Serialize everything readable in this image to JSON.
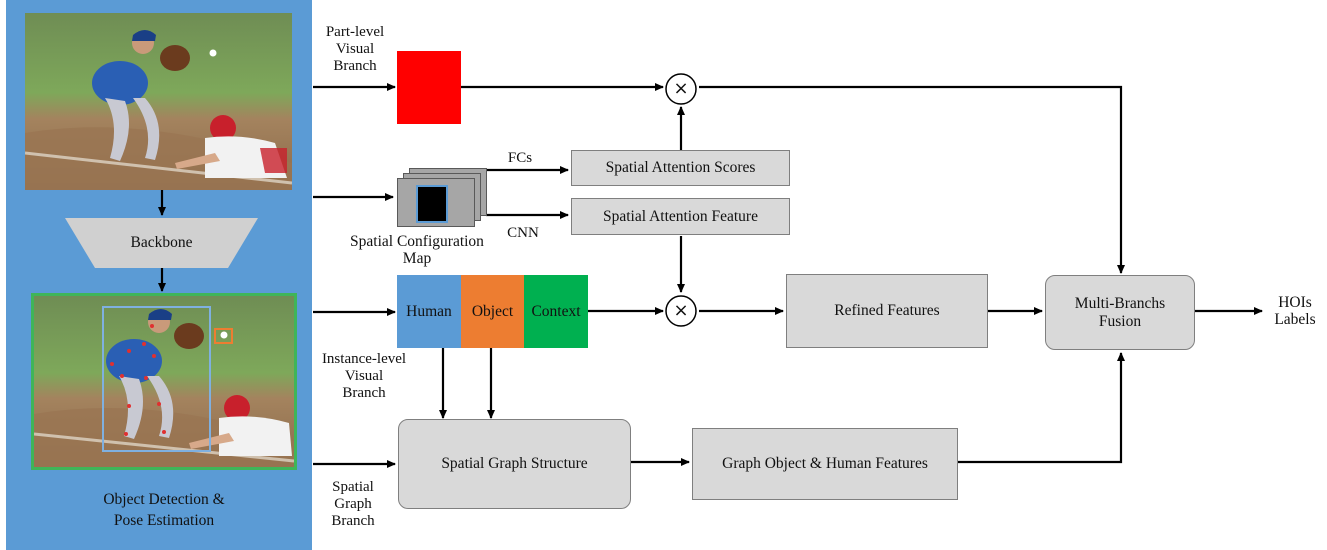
{
  "left_panel": {
    "backbone_label": "Backbone",
    "detection_caption": "Object Detection &\nPose Estimation",
    "panel_color": "#5b9bd5",
    "detection_border_color": "#3fb559"
  },
  "branches": {
    "part_level": "Part-level\nVisual\nBranch",
    "instance_level": "Instance-level\nVisual\nBranch",
    "spatial_graph": "Spatial\nGraph\nBranch",
    "spatial_config_map": "Spatial Configuration\nMap"
  },
  "edge_labels": {
    "fcs": "FCs",
    "cnn": "CNN"
  },
  "nodes": {
    "spatial_attention_scores": "Spatial Attention Scores",
    "spatial_attention_feature": "Spatial Attention Feature",
    "human": "Human",
    "object": "Object",
    "context": "Context",
    "refined_features": "Refined Features",
    "multi_branch_fusion": "Multi-Branchs\nFusion",
    "spatial_graph_structure": "Spatial Graph Structure",
    "graph_features": "Graph Object & Human Features",
    "output": "HOIs\nLabels"
  },
  "operators": {
    "multiply_symbol": "×"
  },
  "colors": {
    "part_feature": "#ff0000",
    "human": "#5b9bd5",
    "object": "#ed7d31",
    "context": "#00b050",
    "node_fill": "#d9d9d9"
  }
}
